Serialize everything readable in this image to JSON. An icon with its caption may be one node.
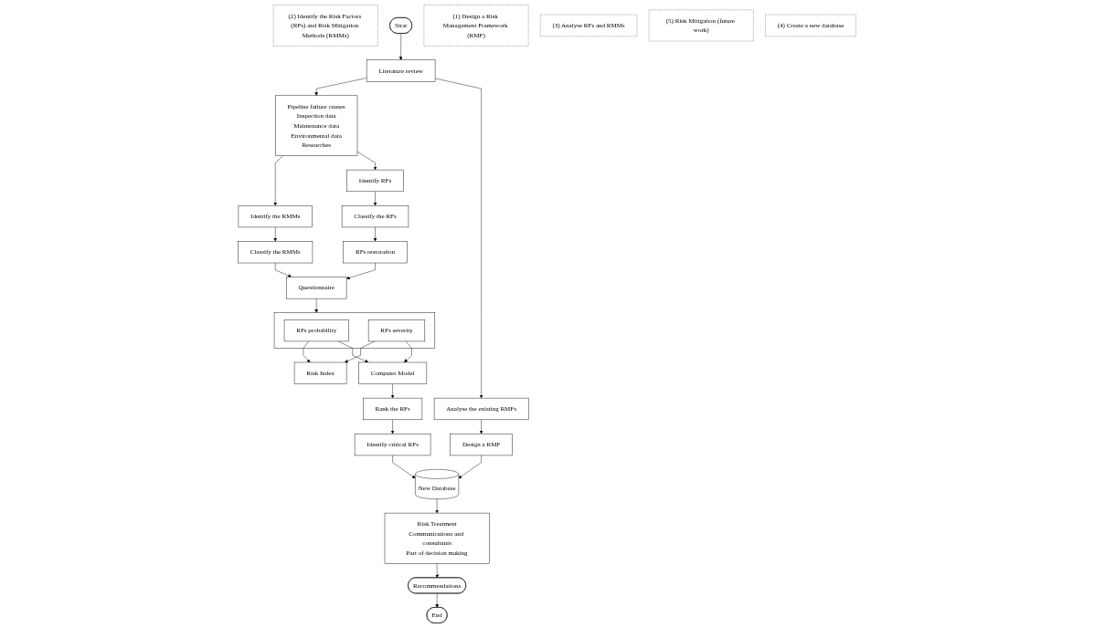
{
  "diagram": {
    "nodes": [
      {
        "text": [
          "(2) Identify the Risk Factors (RFs) and Risk Mitigation Methods (RMMs)"
        ]
      },
      {
        "text": [
          "Strat"
        ]
      },
      {
        "text": [
          "(1) Design a Risk Management Framework (RMF)"
        ]
      },
      {
        "text": [
          "Literature review"
        ]
      },
      {
        "text": [
          "Identify the RMMs"
        ]
      },
      {
        "text": [
          "Pipeline failure causes",
          "Inspection data",
          "Maintenance data",
          "Environmental data",
          "Researches"
        ]
      },
      {
        "text": [
          "Identify RFs"
        ]
      },
      {
        "text": [
          "Analyse the existing RMFs"
        ]
      },
      {
        "text": [
          "Classify the RMMs"
        ]
      },
      {
        "text": [
          "Classify the RFs"
        ]
      },
      {
        "text": [
          "RFs restoration"
        ]
      },
      {
        "text": [
          "Design a RMF"
        ]
      },
      {
        "text": [
          "(3) Analyse RFs and RMMs"
        ]
      },
      {
        "text": [
          "Questionnaire"
        ]
      },
      {
        "text": [],
        "shape": "box"
      },
      {
        "text": [
          "RFs probability"
        ],
        "in": 14
      },
      {
        "text": [
          "Risk Index"
        ]
      },
      {
        "text": [
          "RFs severity"
        ],
        "in": 14
      },
      {
        "text": [
          "Computer Model"
        ]
      },
      {
        "text": [
          "Rank the RFs"
        ]
      },
      {
        "text": [
          "Identify critical RFs"
        ]
      },
      {
        "text": [
          "(5) Risk Mitigation (future work)"
        ]
      },
      {
        "text": [
          "(4) Create a new database"
        ]
      },
      {
        "text": [
          "Recommendations"
        ]
      },
      {
        "text": [
          "Risk Treatment",
          "Communications and consultants",
          "Part of decision making"
        ]
      },
      {
        "text": [
          "New Database"
        ]
      },
      {
        "text": [
          "End"
        ]
      }
    ],
    "edges": [
      {
        "from": 1,
        "to": 3,
        "arrow": "to"
      },
      {
        "from": 3,
        "to": 5,
        "arrow": "to"
      },
      {
        "from": 3,
        "to": 7,
        "arrow": "to"
      },
      {
        "from": 5,
        "to": 4,
        "arrow": "to"
      },
      {
        "from": 5,
        "to": 6,
        "arrow": "to"
      },
      {
        "from": 4,
        "to": 8,
        "arrow": "to"
      },
      {
        "from": 6,
        "to": 9,
        "arrow": "to"
      },
      {
        "from": 9,
        "to": 10,
        "arrow": "to"
      },
      {
        "from": 7,
        "to": 11,
        "arrow": "to"
      },
      {
        "from": 8,
        "to": 13,
        "arrow": "to"
      },
      {
        "from": 10,
        "to": 13,
        "arrow": "to"
      },
      {
        "from": 13,
        "to": 14,
        "arrow": "to"
      },
      {
        "from": 15,
        "to": 16,
        "arrow": "to"
      },
      {
        "from": 15,
        "to": 18,
        "arrow": "to"
      },
      {
        "from": 17,
        "to": 16,
        "arrow": "to"
      },
      {
        "from": 17,
        "to": 18,
        "arrow": "to"
      },
      {
        "from": 18,
        "to": 19,
        "arrow": "to"
      },
      {
        "from": 19,
        "to": 20,
        "arrow": "to"
      },
      {
        "from": 11,
        "to": 25,
        "arrow": "to"
      },
      {
        "from": 20,
        "to": 25,
        "arrow": "to"
      },
      {
        "from": 25,
        "to": 24,
        "arrow": "to"
      },
      {
        "from": 24,
        "to": 23,
        "arrow": "to"
      },
      {
        "from": 23,
        "to": 26,
        "arrow": "to"
      }
    ]
  }
}
